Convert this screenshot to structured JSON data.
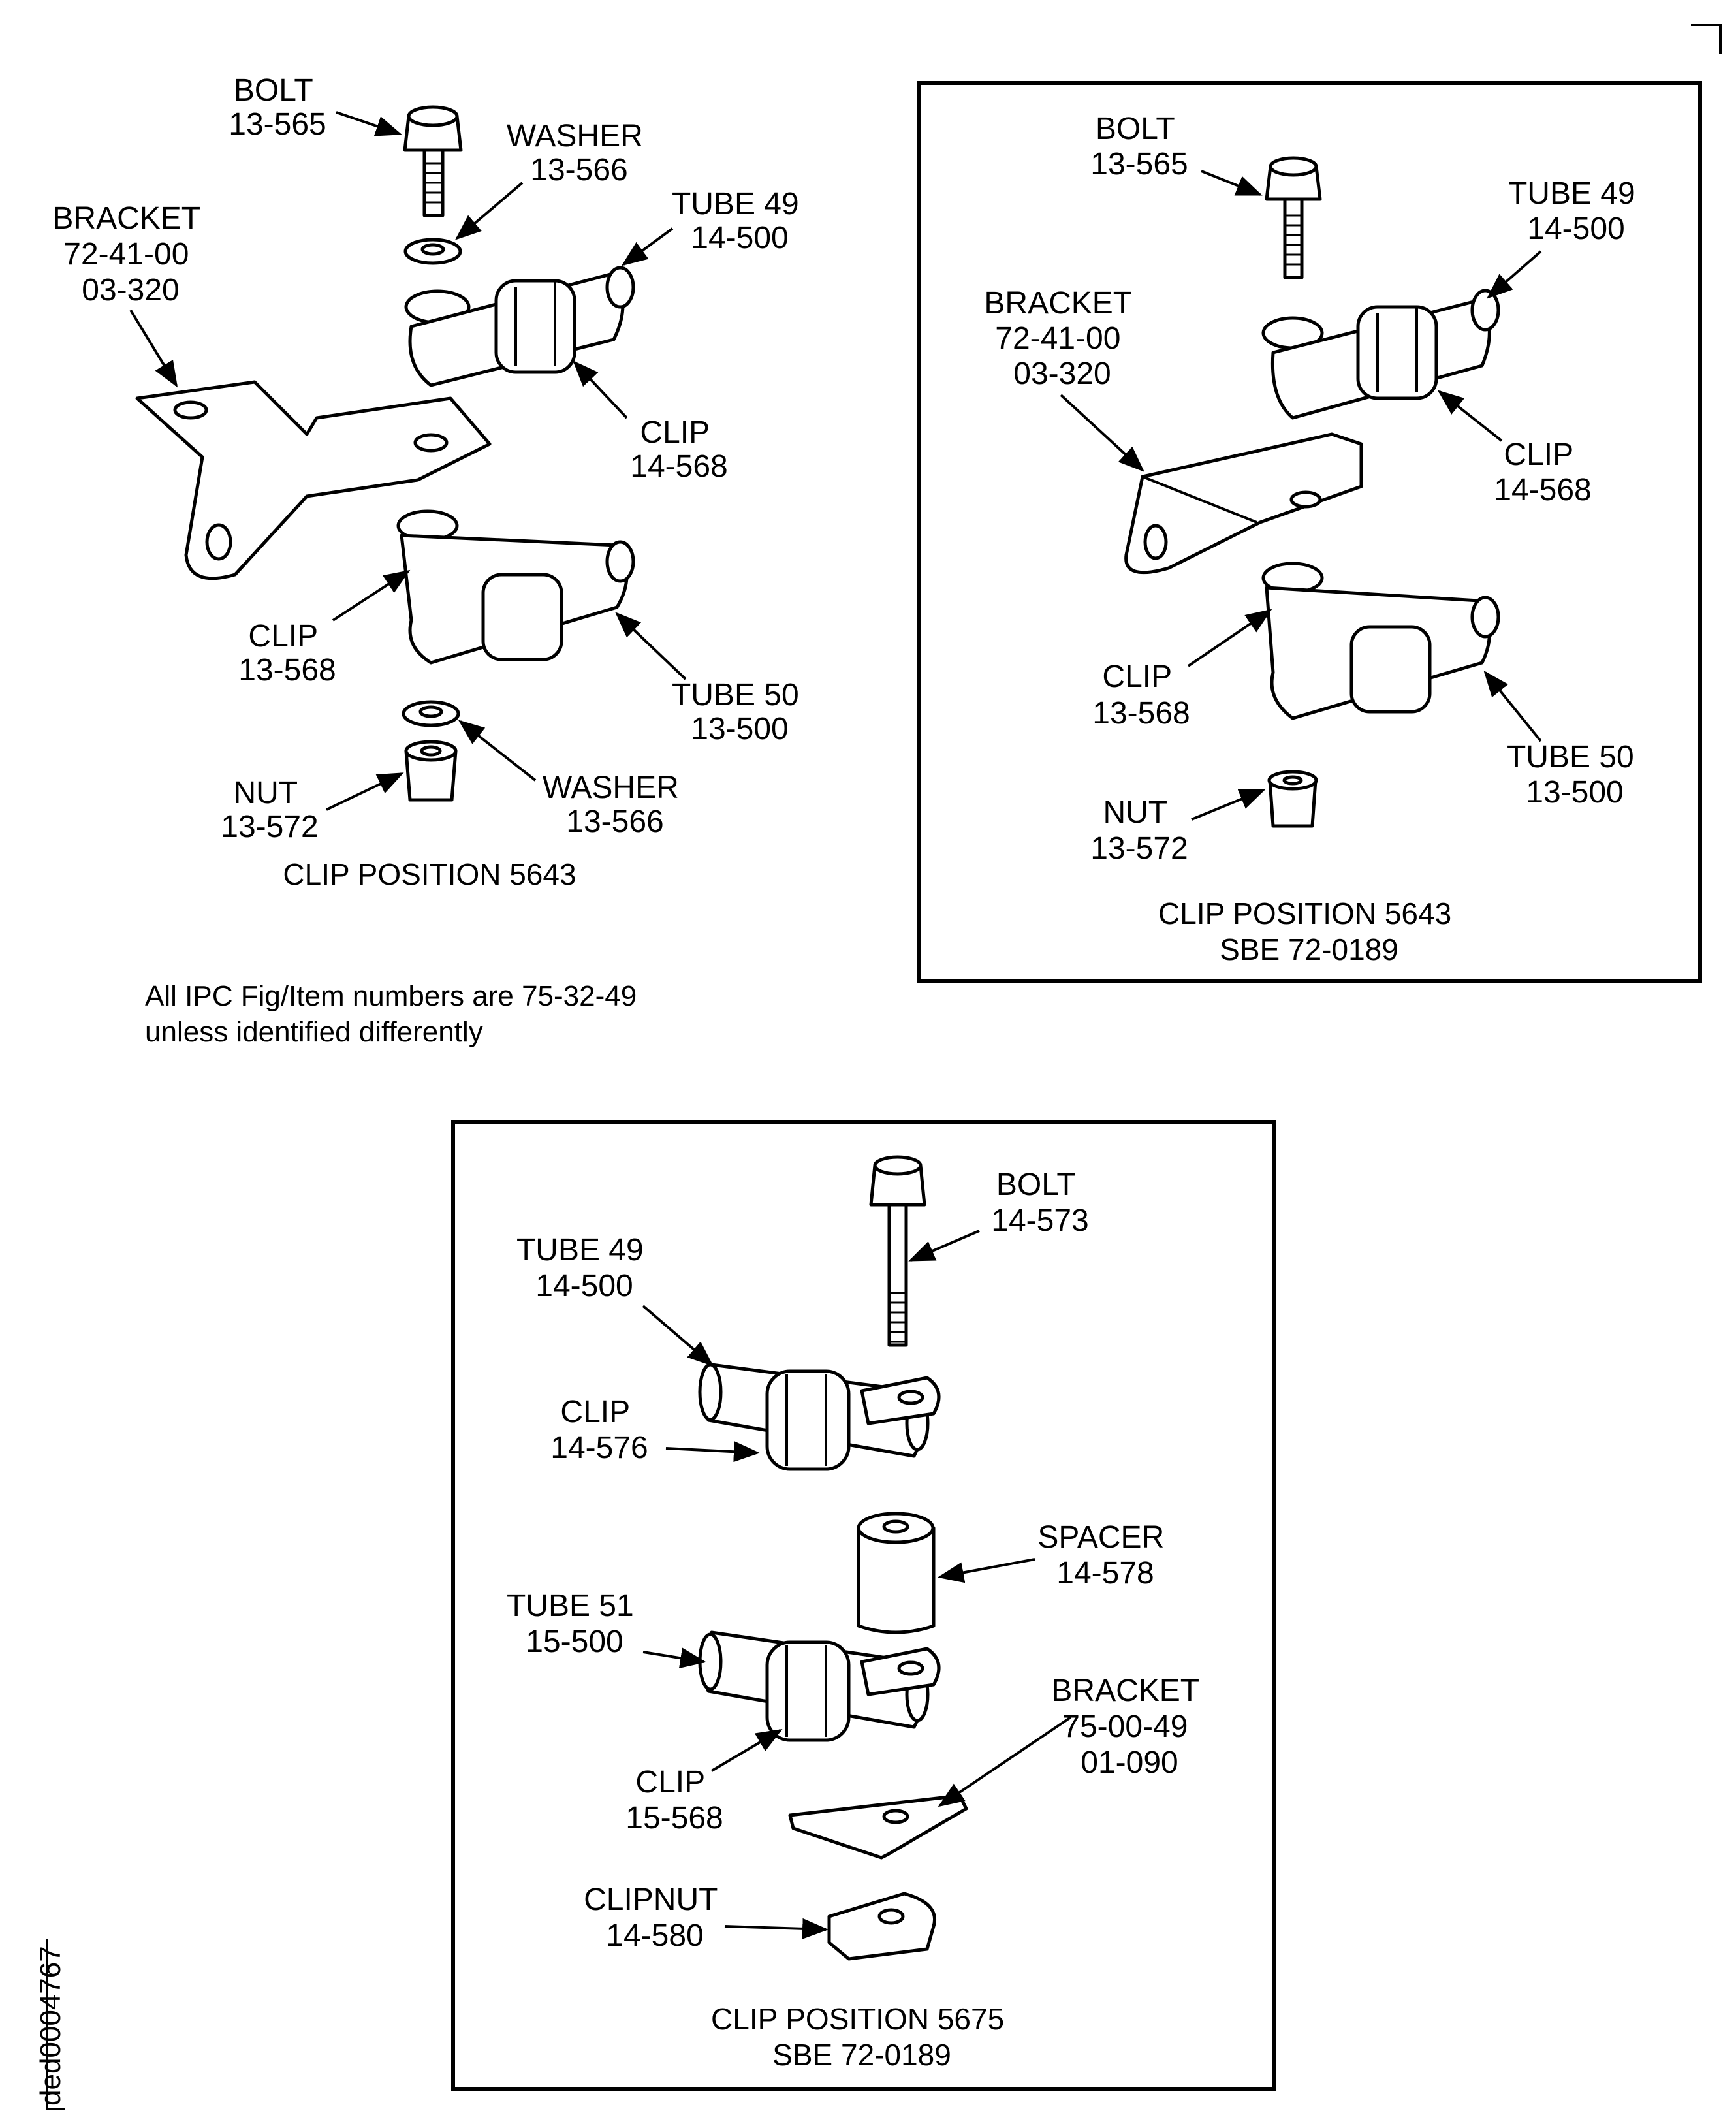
{
  "note": [
    "All IPC Fig/Item numbers are 75-32-49",
    "unless identified differently"
  ],
  "drawing_id": "ded0004767",
  "panel_a": {
    "caption": "CLIP POSITION 5643",
    "labels": {
      "bolt": [
        "BOLT",
        "13-565"
      ],
      "washer_top": [
        "WASHER",
        "13-566"
      ],
      "tube49": [
        "TUBE 49",
        "14-500"
      ],
      "bracket": [
        "BRACKET",
        "72-41-00",
        "03-320"
      ],
      "clip_upper": [
        "CLIP",
        "14-568"
      ],
      "clip_lower": [
        "CLIP",
        "13-568"
      ],
      "tube50": [
        "TUBE 50",
        "13-500"
      ],
      "nut": [
        "NUT",
        "13-572"
      ],
      "washer_bottom": [
        "WASHER",
        "13-566"
      ]
    }
  },
  "panel_b": {
    "caption": [
      "CLIP POSITION 5643",
      "SBE 72-0189"
    ],
    "labels": {
      "bolt": [
        "BOLT",
        "13-565"
      ],
      "tube49": [
        "TUBE 49",
        "14-500"
      ],
      "bracket": [
        "BRACKET",
        "72-41-00",
        "03-320"
      ],
      "clip_upper": [
        "CLIP",
        "14-568"
      ],
      "clip_lower": [
        "CLIP",
        "13-568"
      ],
      "tube50": [
        "TUBE 50",
        "13-500"
      ],
      "nut": [
        "NUT",
        "13-572"
      ]
    }
  },
  "panel_c": {
    "caption": [
      "CLIP POSITION 5675",
      "SBE 72-0189"
    ],
    "labels": {
      "bolt": [
        "BOLT",
        "14-573"
      ],
      "tube49": [
        "TUBE 49",
        "14-500"
      ],
      "clip_upper": [
        "CLIP",
        "14-576"
      ],
      "spacer": [
        "SPACER",
        "14-578"
      ],
      "tube51": [
        "TUBE 51",
        "15-500"
      ],
      "clip_lower": [
        "CLIP",
        "15-568"
      ],
      "bracket": [
        "BRACKET",
        "75-00-49",
        "01-090"
      ],
      "clipnut": [
        "CLIPNUT",
        "14-580"
      ]
    }
  }
}
